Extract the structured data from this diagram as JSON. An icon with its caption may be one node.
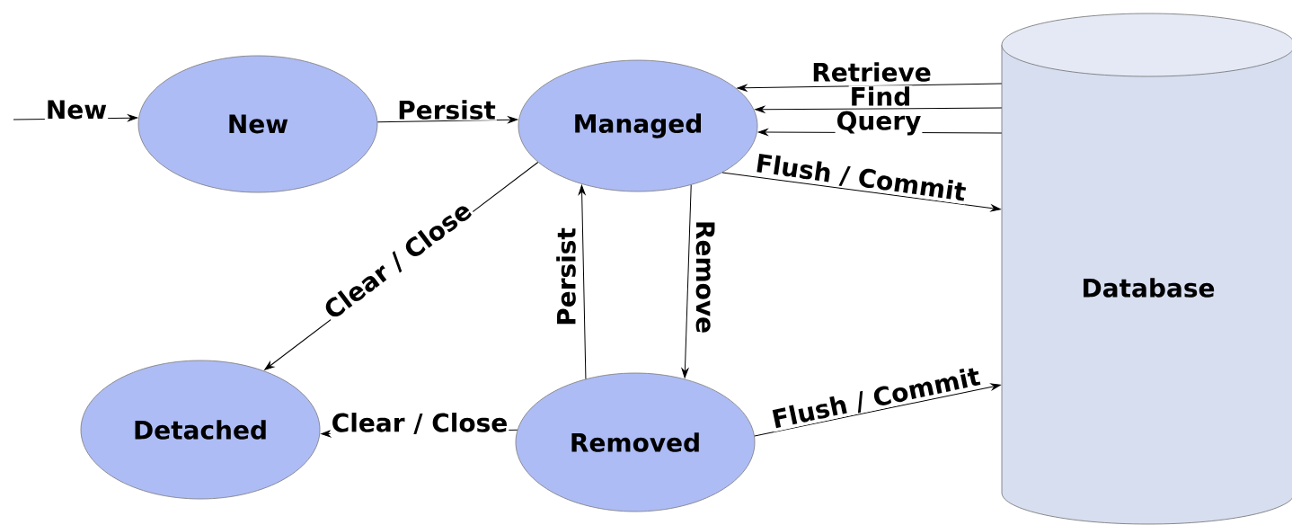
{
  "diagram": {
    "nodes": [
      {
        "text": [
          "New"
        ]
      },
      {
        "text": [
          "Managed"
        ]
      },
      {
        "text": [
          "Detached"
        ]
      },
      {
        "text": [
          "Removed"
        ]
      },
      {
        "text": [
          "Database"
        ]
      }
    ],
    "edges": [
      {
        "from": null,
        "to": 0,
        "arrow": "to",
        "label": "New"
      },
      {
        "from": 0,
        "to": 1,
        "arrow": "to",
        "label": "Persist"
      },
      {
        "from": 4,
        "to": 1,
        "arrow": "to",
        "label": "Retrieve"
      },
      {
        "from": 4,
        "to": 1,
        "arrow": "to",
        "label": "Find"
      },
      {
        "from": 4,
        "to": 1,
        "arrow": "to",
        "label": "Query"
      },
      {
        "from": 1,
        "to": 4,
        "arrow": "to",
        "label": "Flush / Commit"
      },
      {
        "from": 1,
        "to": 2,
        "arrow": "to",
        "label": "Clear / Close"
      },
      {
        "from": 3,
        "to": 1,
        "arrow": "to",
        "label": "Persist"
      },
      {
        "from": 1,
        "to": 3,
        "arrow": "to",
        "label": "Remove"
      },
      {
        "from": 3,
        "to": 2,
        "arrow": "to",
        "label": "Clear / Close"
      },
      {
        "from": 3,
        "to": 4,
        "arrow": "to",
        "label": "Flush / Commit"
      }
    ]
  }
}
